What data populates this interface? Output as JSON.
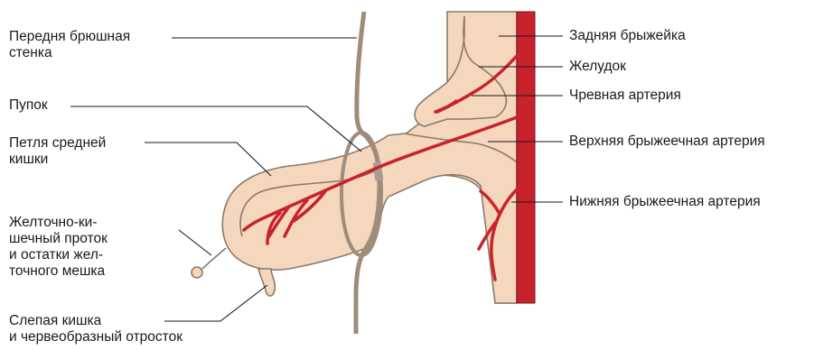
{
  "labels": {
    "anterior_wall": "Передня брюшная\nстенка",
    "umbilicus": "Пупок",
    "midgut_loop": "Петля средней\nкишки",
    "vitelline_duct": "Желточно-ки-\nшечный проток\nи остатки жел-\nточного мешка",
    "cecum": "Слепая кишка\nи червеобразный отросток",
    "dorsal_mesentery": "Задняя брыжейка",
    "stomach": "Желудок",
    "celiac_artery": "Чревная артерия",
    "superior_mesenteric_artery": "Верхняя брыжеечная артерия",
    "inferior_mesenteric_artery": "Нижняя брыжеечная артерия"
  },
  "colors": {
    "tissue_fill": "#f5d7be",
    "tissue_outline": "#8a7a6a",
    "wall": "#a08c7a",
    "artery": "#c8232c",
    "artery_outline": "#7a1014",
    "duct_marker": "#a89c92"
  }
}
